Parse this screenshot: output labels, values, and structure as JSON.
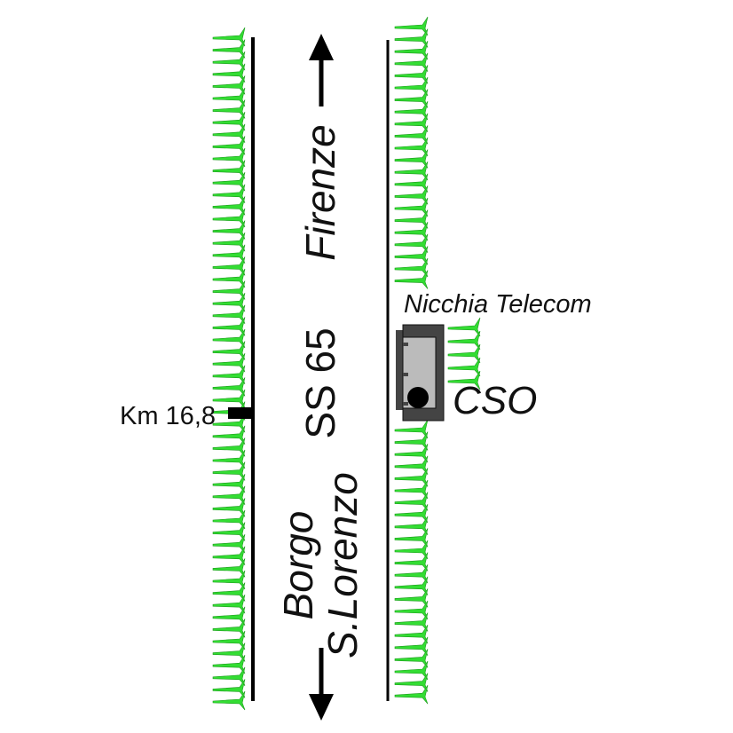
{
  "labels": {
    "destination_north": "Firenze",
    "road": "SS 65",
    "destination_south_line1": "Borgo",
    "destination_south_line2": "S.Lorenzo",
    "niche": "Nicchia Telecom",
    "cabinet": "CSO",
    "km_marker": "Km 16,8"
  },
  "colors": {
    "grass": "#33dd33",
    "grass_light": "#99ff88",
    "cabinet_dark": "#444444",
    "cabinet_fill": "#bbbbbb"
  }
}
